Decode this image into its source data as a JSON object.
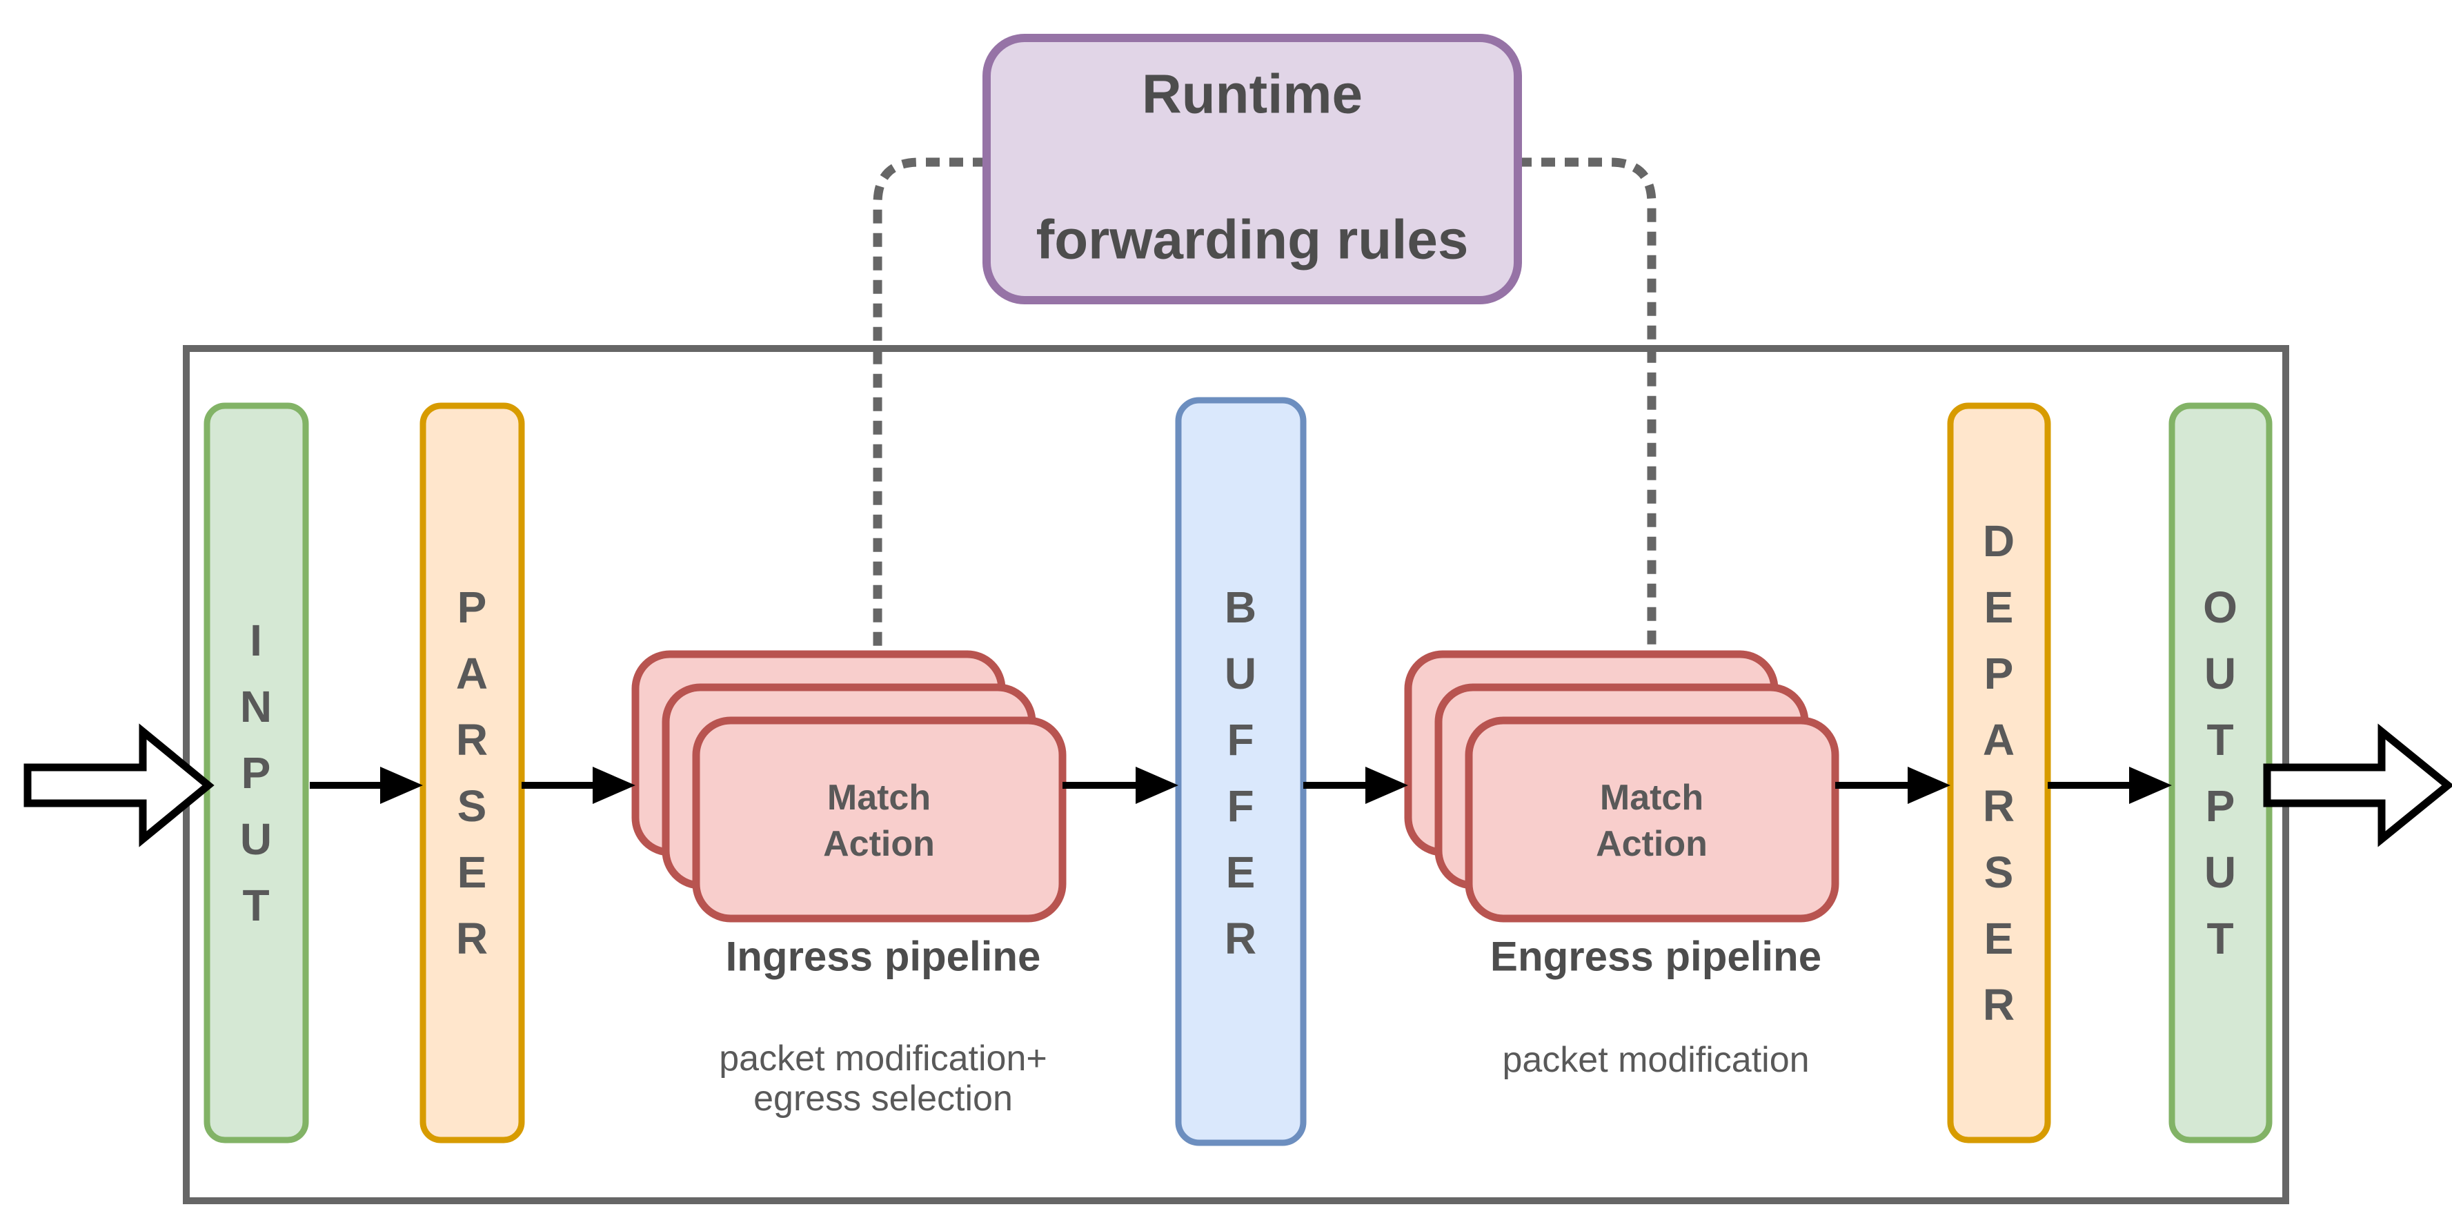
{
  "title_box": {
    "line1": "Runtime",
    "line2": "forwarding rules"
  },
  "stages": {
    "input": "INPUT",
    "parser": "PARSER",
    "buffer": "BUFFER",
    "deparser": "DEPARSER",
    "output": "OUTPUT"
  },
  "ingress_pipeline": {
    "card_line1": "Match",
    "card_line2": "Action",
    "label": "Ingress pipeline",
    "description_line1": "packet modification+",
    "description_line2": "egress selection"
  },
  "engress_pipeline": {
    "card_line1": "Match",
    "card_line2": "Action",
    "label": "Engress pipeline",
    "description": "packet modification"
  },
  "colors": {
    "stage_green_fill": "#d5e8d4",
    "stage_green_stroke": "#82b366",
    "stage_orange_fill": "#ffe6cc",
    "stage_orange_stroke": "#d79b00",
    "buffer_blue_fill": "#dae8fc",
    "buffer_blue_stroke": "#6c8ebf",
    "pipeline_red_fill": "#f8cecc",
    "pipeline_red_stroke": "#b85450",
    "runtime_purple_fill": "#e1d5e7",
    "runtime_purple_stroke": "#9673a6",
    "container_stroke": "#666666",
    "dotted_connector_gray": "#666666",
    "flow_arrow_black": "#000000",
    "text_gray": "#4d4d4d"
  }
}
